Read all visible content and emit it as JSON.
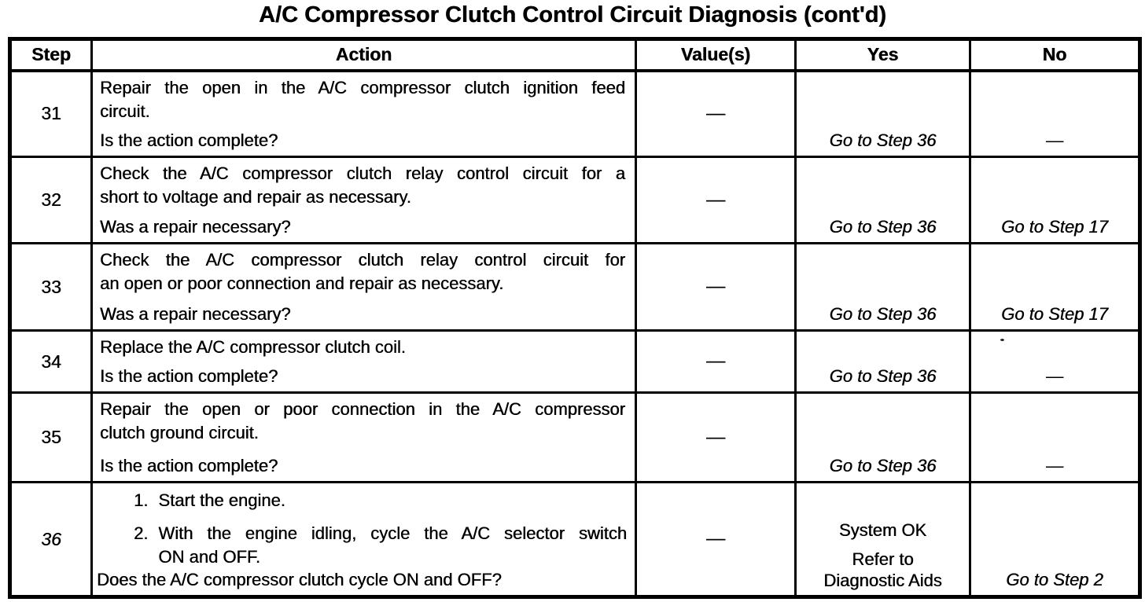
{
  "page": {
    "title": "A/C Compressor Clutch Control Circuit Diagnosis (cont'd)"
  },
  "table": {
    "headers": {
      "step": "Step",
      "action": "Action",
      "values": "Value(s)",
      "yes": "Yes",
      "no": "No"
    },
    "rows": [
      {
        "step": "31",
        "action_lines": [
          "Repair the open in the A/C compressor clutch ignition feed",
          "circuit."
        ],
        "question": "Is the action complete?",
        "value": "—",
        "yes": "Go to Step 36",
        "no": "—"
      },
      {
        "step": "32",
        "action_lines": [
          "Check the A/C compressor clutch relay control circuit for a",
          "short to voltage and repair as necessary."
        ],
        "question": "Was a repair necessary?",
        "value": "—",
        "yes": "Go to Step 36",
        "no": "Go to Step 17"
      },
      {
        "step": "33",
        "action_lines": [
          "Check the A/C compressor clutch relay control circuit for",
          "an open or poor connection and repair as necessary."
        ],
        "question": "Was a repair necessary?",
        "value": "—",
        "yes": "Go to Step 36",
        "no": "Go to Step 17"
      },
      {
        "step": "34",
        "action_lines": [
          "Replace the A/C compressor clutch coil."
        ],
        "question": "Is the action complete?",
        "value": "—",
        "yes": "Go to Step 36",
        "no": "—"
      },
      {
        "step": "35",
        "action_lines": [
          "Repair the open or poor connection in the A/C compressor",
          "clutch ground circuit."
        ],
        "question": "Is the action complete?",
        "value": "—",
        "yes": "Go to Step 36",
        "no": "—"
      },
      {
        "step": "36",
        "list": [
          {
            "num": "1.",
            "line1": "Start the engine.",
            "line2": ""
          },
          {
            "num": "2.",
            "line1": "With the engine idling, cycle the A/C selector switch",
            "line2": "ON and OFF."
          }
        ],
        "question": "Does the A/C compressor clutch cycle ON and OFF?",
        "value": "—",
        "yes_primary": "System OK",
        "yes_line2": "Refer to",
        "yes_line3": "Diagnostic Aids",
        "no": "Go to Step 2"
      }
    ]
  }
}
